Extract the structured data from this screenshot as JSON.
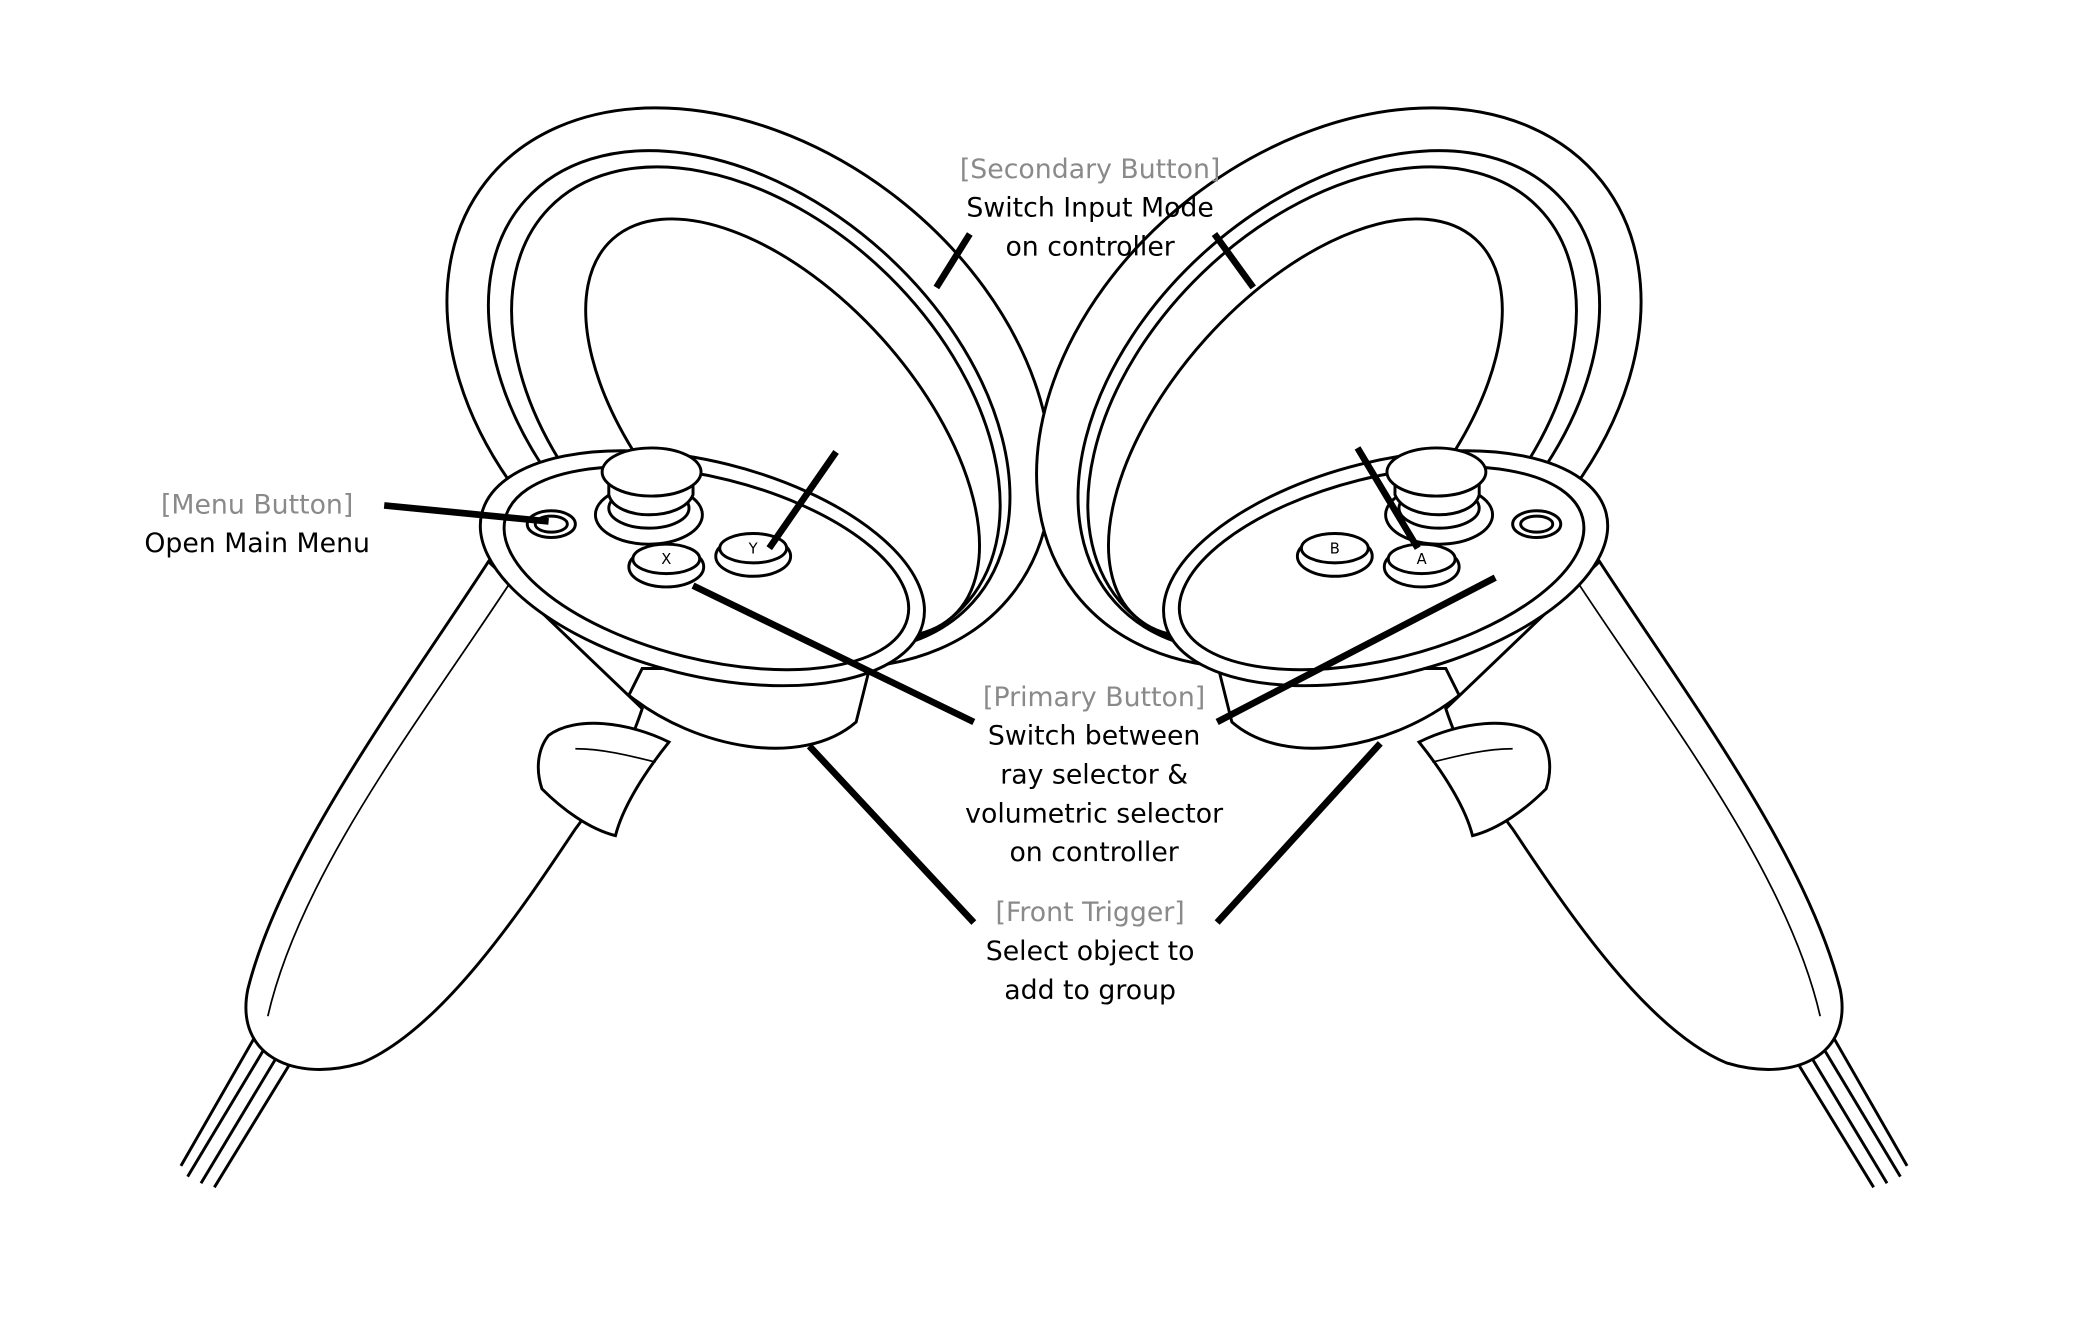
{
  "callouts": {
    "secondary": {
      "label": "[Secondary Button]",
      "lines": [
        "Switch Input Mode",
        "on controller"
      ]
    },
    "menu": {
      "label": "[Menu Button]",
      "lines": [
        "Open Main Menu"
      ]
    },
    "primary": {
      "label": "[Primary Button]",
      "lines": [
        "Switch between",
        "ray selector &",
        "volumetric selector",
        "on controller"
      ]
    },
    "trigger": {
      "label": "[Front Trigger]",
      "lines": [
        "Select object to",
        "add to group"
      ]
    }
  },
  "buttons": {
    "left": [
      "X",
      "Y"
    ],
    "right": [
      "A",
      "B"
    ]
  },
  "colors": {
    "label_gray": "#8a8a8a",
    "text": "#000000"
  }
}
